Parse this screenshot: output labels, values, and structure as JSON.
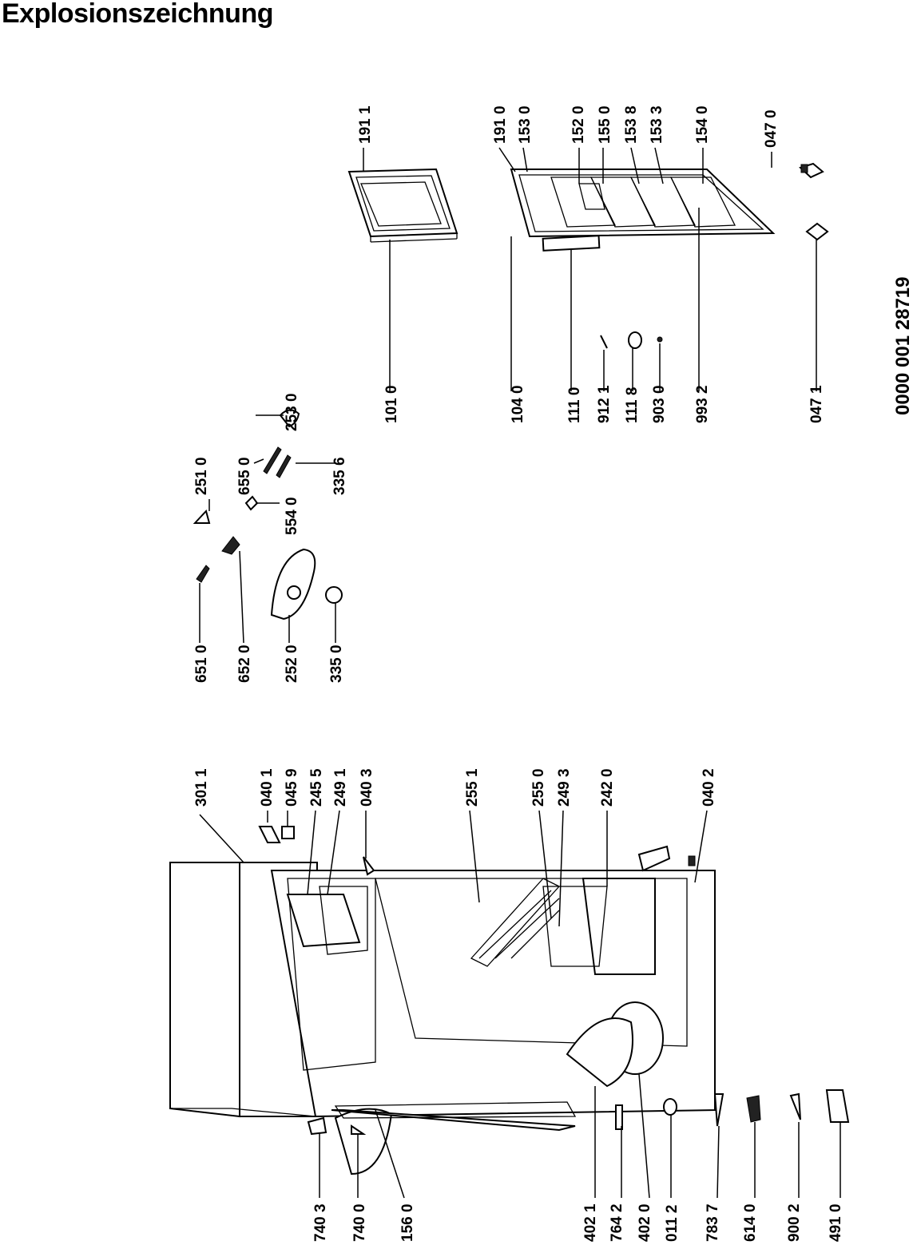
{
  "title": "Explosionszeichnung",
  "document_number": "0000  001 28719",
  "part_labels": [
    "191 1",
    "191 0",
    "153 0",
    "152 0",
    "155 0",
    "153 8",
    "153 3",
    "154 0",
    "047 0",
    "101 0",
    "104 0",
    "111 0",
    "912 1",
    "111 8",
    "903 0",
    "993 2",
    "047 1",
    "253 0",
    "251 0",
    "655 0",
    "335 6",
    "554 0",
    "651 0",
    "652 0",
    "252 0",
    "335 0",
    "301 1",
    "040 1",
    "045 9",
    "245 5",
    "249 1",
    "040 3",
    "255 1",
    "255 0",
    "249 3",
    "242 0",
    "040 2",
    "740 3",
    "740 0",
    "156 0",
    "402 1",
    "764 2",
    "402 0",
    "011 2",
    "783 7",
    "614 0",
    "900 2",
    "491 0"
  ]
}
